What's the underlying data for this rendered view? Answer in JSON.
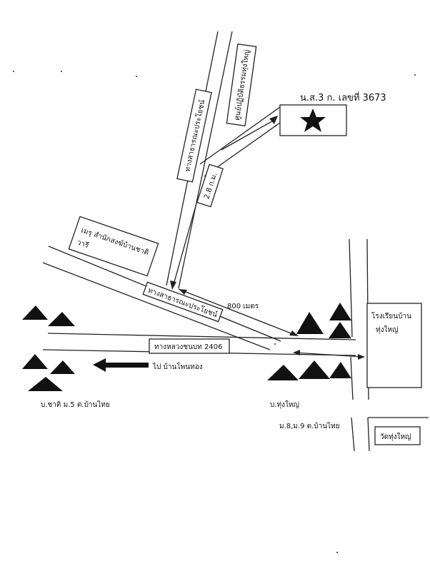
{
  "labels": {
    "public_road_north": "ทางสาธารณะประโยชน์",
    "center_name": "ศูนย์ปฏิบัติธรรมทุ่งใหญ่",
    "distance_north": "2.8 ก.ม.",
    "land_doc": "น.ส.3 ก. เลขที่ 3673",
    "temple_branch": "เมรุ สำนักสงฆ์บ้านชาติ",
    "temple_branch_2": "วารี",
    "public_road_diag": "ทางสาธารณะประโยชน์",
    "distance_east": "800 เมตร",
    "school": "โรงเรียนบ้าน",
    "school_2": "ทุ่งใหญ่",
    "highway": "ทางหลวงชนบท 2406",
    "to_village": "ไป บ้านโพนทอง",
    "village_west": "บ.ชาติ ม.5 ต.บ้านไทย",
    "village_east": "บ.ทุ่งใหญ่",
    "village_east_2": "ม.8,ม.9 ต.บ้านไทย",
    "temple": "วัดทุ่งใหญ่"
  },
  "icons": {
    "target": "star-icon",
    "village": "triangle-icon",
    "direction": "arrow-left-icon"
  },
  "colors": {
    "ink": "#111111",
    "paper": "#ffffff"
  }
}
